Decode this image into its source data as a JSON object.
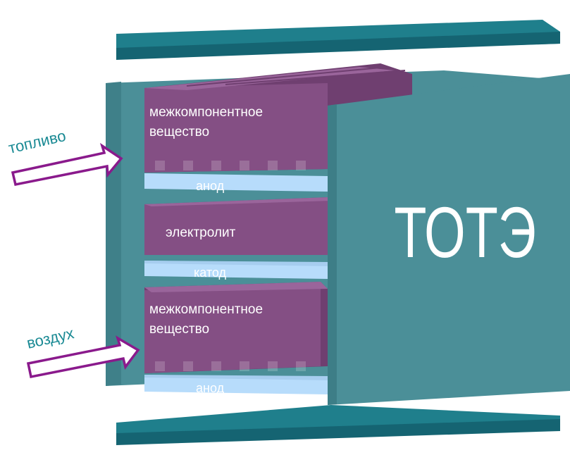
{
  "diagram": {
    "title_label": "ТОТЭ",
    "layers": {
      "interconnect_top": "межкомпонентное\nвещество",
      "anode_top": "анод",
      "electrolyte": "электролит",
      "cathode": "катод",
      "interconnect_bottom": "межкомпонентное\nвещество",
      "anode_bottom": "анод"
    },
    "inputs": {
      "fuel": "топливо",
      "air": "воздух"
    }
  },
  "colors": {
    "teal": "#1f7f8c",
    "teal_dark": "#156472",
    "panel": "#4b8f98",
    "purple": "#844f84",
    "light_blue": "#b7dcfb",
    "arrow": "#8a1a8c",
    "input_text": "#1a8a94"
  }
}
